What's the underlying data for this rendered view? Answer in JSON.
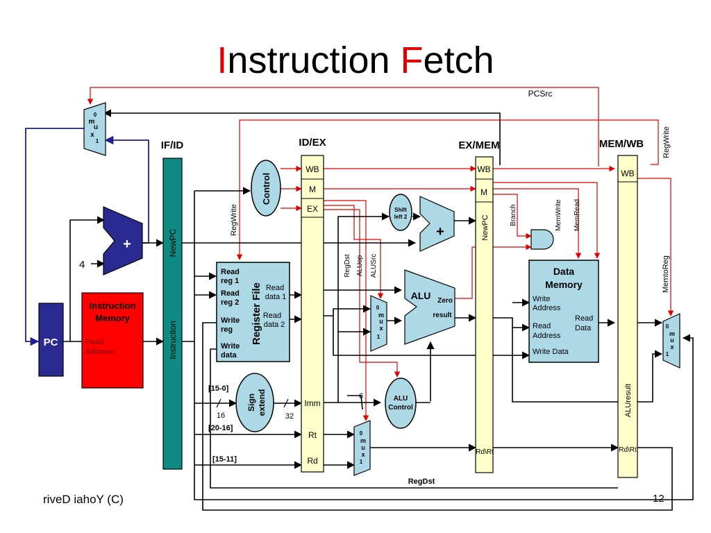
{
  "title": {
    "first_initial": "I",
    "first_rest": "nstruction ",
    "second_initial": "F",
    "second_rest": "etch"
  },
  "footer": {
    "left": "riveD iahoY (C)",
    "page_number": "12"
  },
  "colors": {
    "accent_red": "#e00000",
    "wire_blue": "#1f1f8f",
    "unit_blue": "#2a2a90",
    "pipeline_teal": "#0e8a82",
    "pipeline_yellow": "#ffffcc",
    "box_lightblue": "#add8e6",
    "instr_mem_red": "#ff0000"
  },
  "stages": {
    "if_id": "IF/ID",
    "id_ex": "ID/EX",
    "ex_mem": "EX/MEM",
    "mem_wb": "MEM/WB"
  },
  "if_id_reg": {
    "newpc": "NewPC",
    "instruction": "Instruction"
  },
  "id_ex_reg": {
    "wb": "WB",
    "m": "M",
    "ex": "EX",
    "imm": "Imm",
    "rt": "Rt",
    "rd": "Rd"
  },
  "ex_mem_reg": {
    "wb": "WB",
    "m": "M",
    "newpc": "NewPC",
    "rd_rt": "Rd\\Rt"
  },
  "mem_wb_reg": {
    "wb": "WB",
    "aluresult": "ALUresult",
    "rd_rt": "Rd\\Rt"
  },
  "pc": "PC",
  "adder": {
    "plus": "+",
    "const4": "4"
  },
  "instruction_memory": {
    "title_line1": "Instruction",
    "title_line2": "Memory",
    "read_line1": "Read",
    "read_line2": "Address"
  },
  "control": "Control",
  "register_file": {
    "title": "Register File",
    "read_reg1_a": "Read",
    "read_reg1_b": "reg 1",
    "read_reg2_a": "Read",
    "read_reg2_b": "reg 2",
    "write_reg_a": "Write",
    "write_reg_b": "reg",
    "write_data_a": "Write",
    "write_data_b": "data",
    "read_data1_a": "Read",
    "read_data1_b": "data 1",
    "read_data2_a": "Read",
    "read_data2_b": "data 2"
  },
  "sign_extend": {
    "line1": "Sign",
    "line2": "extend"
  },
  "bits": {
    "b15_0": "[15-0]",
    "b20_16": "[20-16]",
    "b15_11": "[15-11]",
    "w16": "16",
    "w32": "32",
    "w6": "6"
  },
  "shift_left": {
    "line1": "Shift",
    "line2": "left 2"
  },
  "alu": {
    "name": "ALU",
    "zero": "Zero",
    "result": "result"
  },
  "alu_control": {
    "line1": "ALU",
    "line2": "Control"
  },
  "mux": {
    "m": "m",
    "u": "u",
    "x": "x",
    "zero": "0",
    "one": "1"
  },
  "data_memory": {
    "title_line1": "Data",
    "title_line2": "Memory",
    "write_address_a": "Write",
    "write_address_b": "Address",
    "read_address_a": "Read",
    "read_address_b": "Address",
    "read_data_a": "Read",
    "read_data_b": "Data",
    "write_data": "Write Data"
  },
  "signals": {
    "pcsrc": "PCSrc",
    "regwrite_top": "RegWrite",
    "regwrite_left": "RegWrite",
    "regdst_vert": "RegDst",
    "aluop": "ALUop",
    "alusrc": "ALUSrc",
    "branch": "Branch",
    "memwrite": "MemWrite",
    "memread": "MemRead",
    "memtoreg": "MemtoReg",
    "regdst_bottom": "RegDst"
  }
}
